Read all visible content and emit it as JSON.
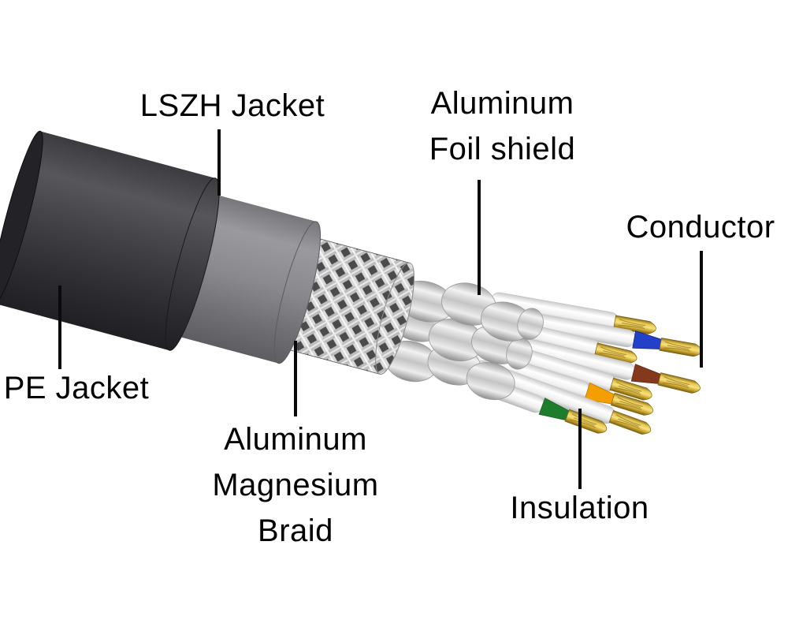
{
  "diagram": {
    "labels": {
      "lszh_jacket": "LSZH Jacket",
      "aluminum_foil_shield": [
        "Aluminum",
        "Foil shield"
      ],
      "conductor": "Conductor",
      "pe_jacket": "PE Jacket",
      "aluminum_magnesium_braid": [
        "Aluminum",
        "Magnesium",
        "Braid"
      ],
      "insulation": "Insulation"
    },
    "colors": {
      "background": "#ffffff",
      "label_text": "#000000",
      "leader_line": "#0a0a0a",
      "pe_jacket": "#3a3a3e",
      "lszh_jacket": "#8a8a8e",
      "braid_silver": "#d6d6d6",
      "foil_silver": "#d9d9d9",
      "wire_insulation_white": "#f5f5f5",
      "wire_blue": "#2340c8",
      "wire_brown": "#84391c",
      "wire_orange": "#f59e00",
      "wire_green": "#1e7d2c",
      "conductor_gold": "#e0bd45"
    }
  }
}
